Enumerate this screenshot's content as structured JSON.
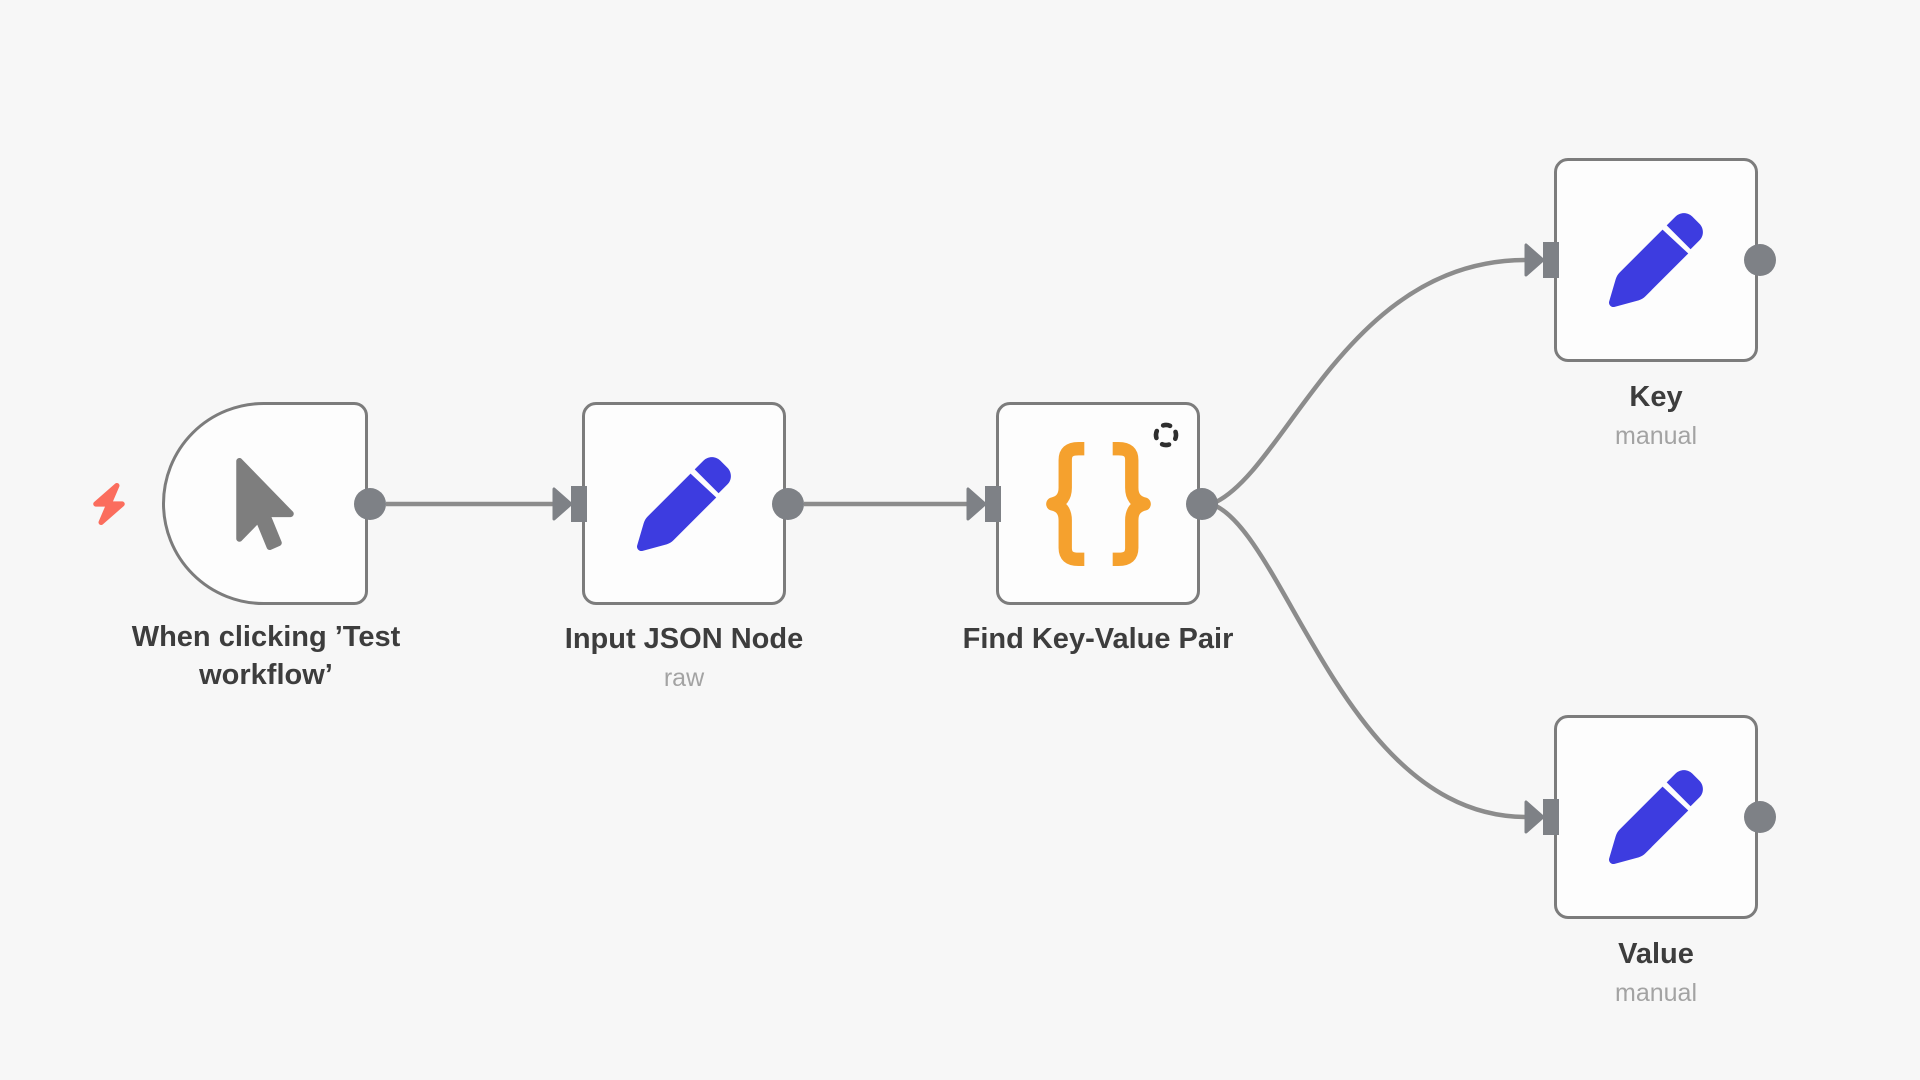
{
  "app": "workflow-editor-canvas",
  "colors": {
    "canvas-bg": "#f7f7f7",
    "node-bg": "#fdfdfd",
    "node-border": "#7c7c7c",
    "edge": "#8c8c8c",
    "port": "#7e8186",
    "icon-gray": "#7e7e7e",
    "pencil-blue": "#3d3ce0",
    "brace-orange": "#f5a12e",
    "bolt-coral": "#fb6d5d",
    "spinner-dark": "#2e2e2e",
    "label": "#3d3d3d",
    "sublabel": "#a3a3a3"
  },
  "nodes": [
    {
      "name": "When clicking ’Test workflow’",
      "subtitle": "",
      "kind": "manual-trigger",
      "icon": "mouse-pointer-icon"
    },
    {
      "name": "Input JSON Node",
      "subtitle": "raw",
      "kind": "edit",
      "icon": "pencil-icon"
    },
    {
      "name": "Find Key-Value Pair",
      "subtitle": "",
      "kind": "transform",
      "icon": "curly-braces-icon",
      "badge": "spinner"
    },
    {
      "name": "Key",
      "subtitle": "manual",
      "kind": "edit",
      "icon": "pencil-icon"
    },
    {
      "name": "Value",
      "subtitle": "manual",
      "kind": "edit",
      "icon": "pencil-icon"
    }
  ],
  "connections": [
    {
      "from": "When clicking ’Test workflow’",
      "to": "Input JSON Node"
    },
    {
      "from": "Input JSON Node",
      "to": "Find Key-Value Pair"
    },
    {
      "from": "Find Key-Value Pair",
      "to": "Key"
    },
    {
      "from": "Find Key-Value Pair",
      "to": "Value"
    }
  ]
}
